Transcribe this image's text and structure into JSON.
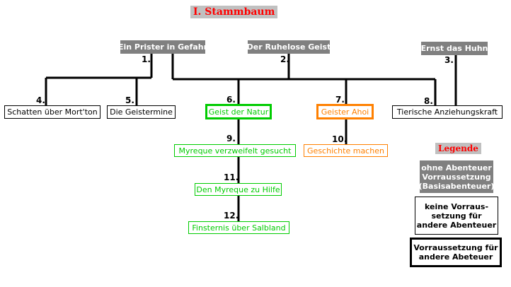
{
  "title": "I. Stammbaum",
  "nodes": {
    "pristergefahr": "Ein Prister in Gefahr",
    "ruhelose": "Der Ruhelose Geist",
    "ernst": "Ernst das Huhn",
    "schatten": "Schatten über Mort'ton",
    "geistermine": "Die Geistermine",
    "geistnatur": "Geist der Natur",
    "geisterahoi": "Geister Ahoi",
    "tierische": "Tierische Anziehungskraft",
    "myreque": "Myreque verzweifelt gesucht",
    "geschichte": "Geschichte machen",
    "hilfe": "Den Myreque zu Hilfe",
    "finsternis": "Finsternis über Salbland"
  },
  "numbers": [
    "1.",
    "2.",
    "3.",
    "4.",
    "5.",
    "6.",
    "7.",
    "8.",
    "9.",
    "10.",
    "11.",
    "12."
  ],
  "legend": {
    "title": "Legende",
    "item1": "ohne Abenteuer Vorraussetzung (Basisabenteuer)",
    "item2": "keine Vorraus- setzung für andere Abenteuer",
    "item3": "Vorraussetzung für andere Abeteuer"
  },
  "colors": {
    "title": "#ff0000",
    "gray": "#808080",
    "green": "#00cc00",
    "orange": "#ff8000"
  }
}
